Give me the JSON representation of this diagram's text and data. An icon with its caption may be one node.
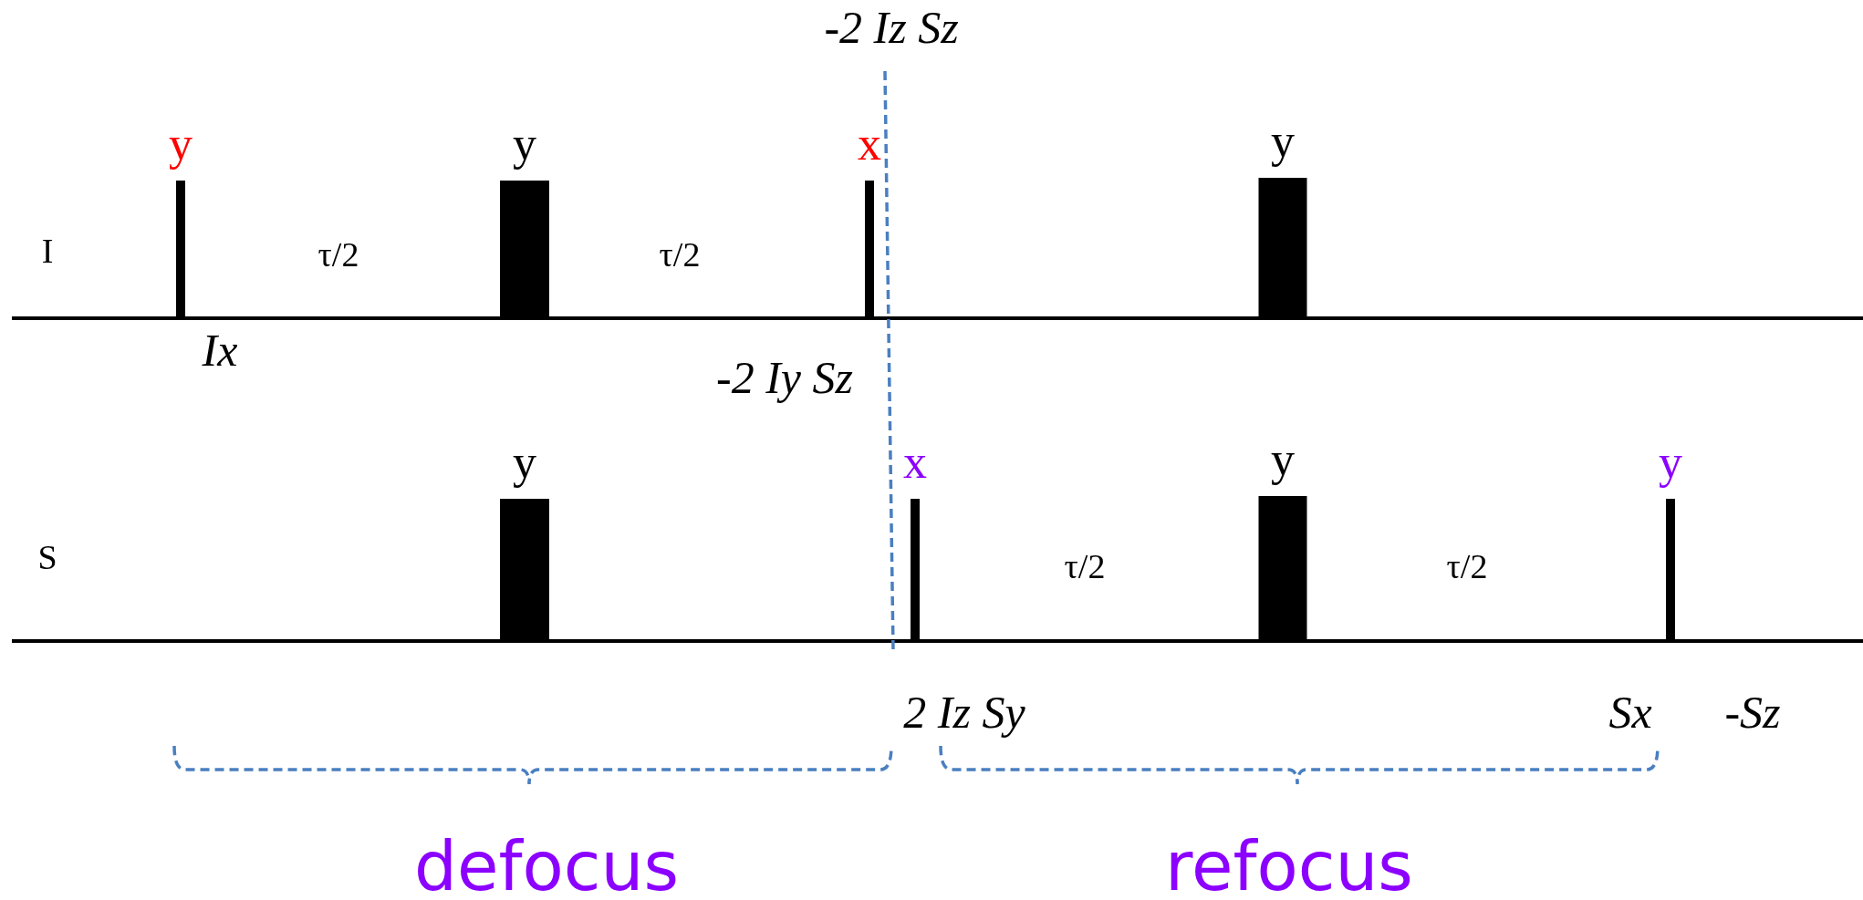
{
  "diagram": {
    "nodes": [
      {
        "text": [
          "y"
        ]
      },
      {
        "text": [
          "y"
        ]
      },
      {
        "text": [
          "x"
        ]
      },
      {
        "text": [
          "y"
        ]
      },
      {
        "text": [
          "y"
        ]
      },
      {
        "text": [
          "x"
        ]
      },
      {
        "text": [
          "y"
        ]
      },
      {
        "text": [
          "y"
        ]
      }
    ],
    "labels": [
      "-2 Iz Sz",
      "I",
      "τ/2",
      "τ/2",
      "Ix",
      "-2 Iy Sz",
      "S",
      "τ/2",
      "τ/2",
      "2 Iz Sy",
      "Sx",
      "-Sz",
      "defocus",
      "refocus"
    ]
  }
}
